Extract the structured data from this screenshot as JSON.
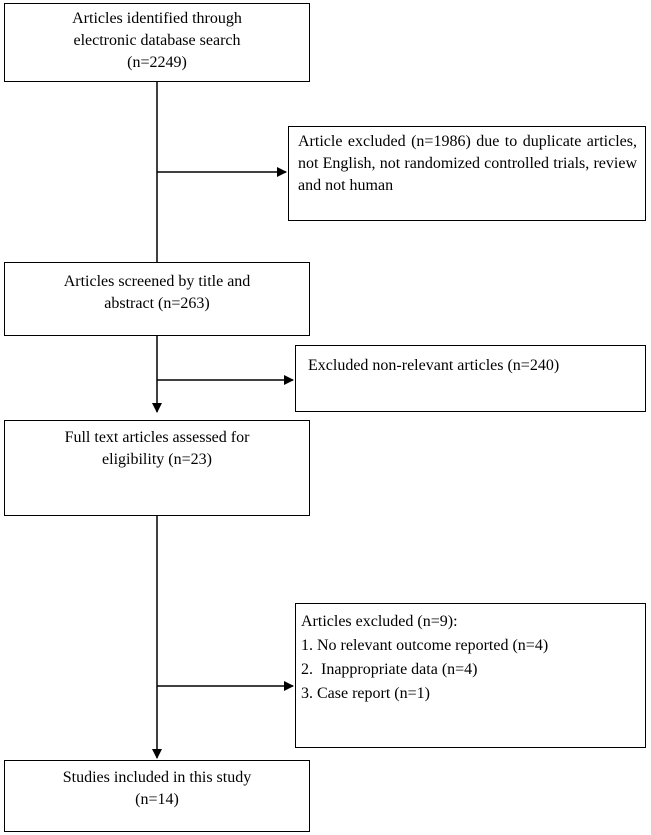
{
  "flow": {
    "identified": {
      "lines": [
        "Articles identified through",
        "electronic database search",
        "(n=2249)"
      ]
    },
    "excluded_1": {
      "text": "Article excluded (n=1986) due to duplicate articles, not English, not randomized controlled trials, review and not human"
    },
    "screened": {
      "lines": [
        "Articles screened by title and",
        "abstract (n=263)"
      ]
    },
    "excluded_2": {
      "text": "Excluded non-relevant articles (n=240)"
    },
    "fulltext": {
      "lines": [
        "Full text articles assessed for",
        "eligibility (n=23)"
      ]
    },
    "excluded_3": {
      "lines": [
        "Articles excluded (n=9):",
        "1. No relevant outcome reported (n=4)",
        "2.  Inappropriate data (n=4)",
        "3. Case report (n=1)"
      ]
    },
    "included": {
      "lines": [
        "Studies included in this study",
        "(n=14)"
      ]
    }
  }
}
